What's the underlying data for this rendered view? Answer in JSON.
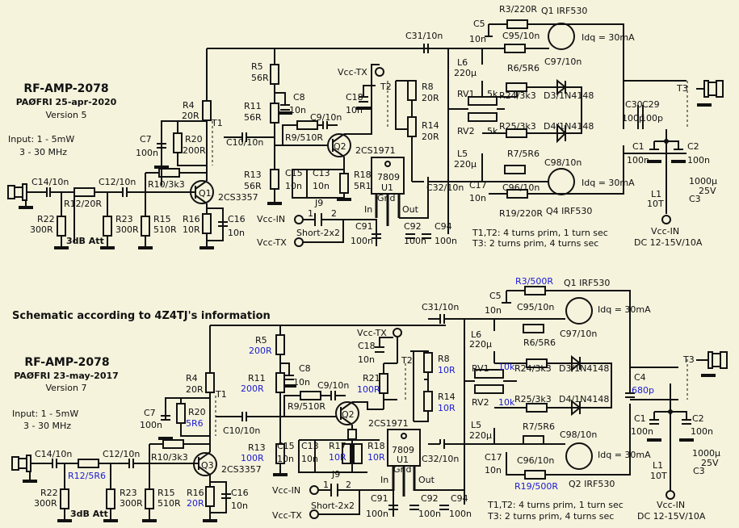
{
  "top": {
    "title": "RF-AMP-2078",
    "author_date": "PAØFRI 25-apr-2020",
    "version": "Version 5",
    "input": "Input: 1 - 5mW",
    "freq": "3 - 30 MHz",
    "att_label": "3dB Att",
    "labels": {
      "c14": "C14/10n",
      "c12": "C12/10n",
      "r12": "R12/20R",
      "r10": "R10/3k3",
      "r22": "R22",
      "r22v": "300R",
      "r23": "R23",
      "r23v": "300R",
      "r15": "R15",
      "r15v": "510R",
      "r16": "R16",
      "r16v": "10R",
      "c16": "C16",
      "c16v": "10n",
      "q1": "Q1",
      "q1t": "2CS3357",
      "c7": "C7",
      "c7v": "100n",
      "r20": "R20",
      "r20v": "200R",
      "r4": "R4",
      "r4v": "20R",
      "t1": "T1",
      "c10": "C10/10n",
      "r5": "R5",
      "r5v": "56R",
      "r11": "R11",
      "r11v": "56R",
      "r13": "R13",
      "r13v": "56R",
      "c8": "C8",
      "c8v": "10n",
      "c9": "C9/10n",
      "r9": "R9/510R",
      "q2": "Q2",
      "q2t": "2CS1971",
      "c15": "C15",
      "c15v": "10n",
      "c13": "C13",
      "c13v": "10n",
      "r18": "R18",
      "r18v": "5R1",
      "vcctx": "Vcc-TX",
      "c18": "C18",
      "c18v": "10n",
      "t2": "T2",
      "r8": "R8",
      "r8v": "20R",
      "r14": "R14",
      "r14v": "20R",
      "u1a": "7809",
      "u1b": "U1",
      "u1c": "Gnd",
      "in": "In",
      "out": "Out",
      "j9": "J9",
      "j9p1": "1",
      "j9p2": "2",
      "short": "Short-2x2",
      "vccin": "Vcc-IN",
      "vcctx2": "Vcc-TX",
      "c91": "C91",
      "c91v": "100n",
      "c92": "C92",
      "c92v": "100n",
      "c94": "C94",
      "c94v": "100n",
      "c31": "C31/10n",
      "c32": "C32/10n",
      "c5": "C5",
      "c5v": "10n",
      "r3": "R3/220R",
      "mq1": "Q1 IRF530",
      "c95": "C95/10n",
      "r6": "R6/5R6",
      "c97": "C97/10n",
      "l6": "L6",
      "l6v": "220µ",
      "rv1": "RV1",
      "rv1v": "5k",
      "r24": "R24/3k3",
      "d3": "D3/1N4148",
      "rv2": "RV2",
      "rv2v": "5k",
      "r25": "R25/3k3",
      "d4": "D4/1N4148",
      "l5": "L5",
      "l5v": "220µ",
      "r7": "R7/5R6",
      "c98": "C98/10n",
      "c17": "C17",
      "c17v": "10n",
      "c96": "C96/10n",
      "r19": "R19/220R",
      "mq4": "Q4 IRF530",
      "idq1": "Idq  =  30mA",
      "idq2": "Idq  =  30mA",
      "c30": "C30",
      "c30v": "100p",
      "c29": "C29",
      "c29v": "100p",
      "t3": "T3",
      "c1": "C1",
      "c1v": "100n",
      "c2": "C2",
      "c2v": "100n",
      "c3": "C3",
      "c3v": "1000µ",
      "c3volt": "25V",
      "l1": "L1",
      "l1v": "10T",
      "vccin2": "Vcc-IN",
      "dc": "DC 12-15V/10A",
      "note1": "T1,T2: 4 turns prim, 1 turn sec",
      "note2": "T3: 2 turns prim, 4 turns sec"
    }
  },
  "bottom": {
    "heading": "Schematic according to 4Z4TJ's information",
    "title": "RF-AMP-2078",
    "author_date": "PAØFRI 23-may-2017",
    "version": "Version 7",
    "input": "Input: 1 - 5mW",
    "freq": "3 - 30 MHz",
    "att_label": "3dB Att",
    "labels": {
      "c14": "C14/10n",
      "c12": "C12/10n",
      "r12": "R12/5R6",
      "r10": "R10/3k3",
      "r22": "R22",
      "r22v": "300R",
      "r23": "R23",
      "r23v": "300R",
      "r15": "R15",
      "r15v": "510R",
      "r16": "R16",
      "r16v": "20R",
      "c16": "C16",
      "c16v": "10n",
      "q3": "Q3",
      "q3t": "2CS3357",
      "c7": "C7",
      "c7v": "100n",
      "r20": "R20",
      "r20v": "5R6",
      "r4": "R4",
      "r4v": "20R",
      "t1": "T1",
      "c10": "C10/10n",
      "r5": "R5",
      "r5v": "200R",
      "r11": "R11",
      "r11v": "200R",
      "r13": "R13",
      "r13v": "100R",
      "c8": "C8",
      "c8v": "10n",
      "c9": "C9/10n",
      "r9": "R9/510R",
      "q2": "Q2",
      "q2t": "2CS1971",
      "c15": "C15",
      "c15v": "10n",
      "c13": "C13",
      "c13v": "10n",
      "r17": "R17",
      "r17v": "10R",
      "r18": "R18",
      "r18v": "10R",
      "vcctx": "Vcc-TX",
      "c18": "C18",
      "c18v": "10n",
      "r21": "R21",
      "r21v": "100R",
      "t2": "T2",
      "r8": "R8",
      "r8v": "10R",
      "r14": "R14",
      "r14v": "10R",
      "u1a": "7809",
      "u1b": "U1",
      "u1c": "Gnd",
      "in": "In",
      "out": "Out",
      "j9": "J9",
      "j9p1": "1",
      "j9p2": "2",
      "short": "Short-2x2",
      "vccin": "Vcc-IN",
      "vcctx2": "Vcc-TX",
      "c91": "C91",
      "c91v": "100n",
      "c92": "C92",
      "c92v": "100n",
      "c94": "C94",
      "c94v": "100n",
      "c31": "C31/10n",
      "c32": "C32/10n",
      "c5": "C5",
      "c5v": "10n",
      "r3": "R3/500R",
      "mq1": "Q1 IRF530",
      "c95": "C95/10n",
      "r6": "R6/5R6",
      "c97": "C97/10n",
      "l6": "L6",
      "l6v": "220µ",
      "rv1": "RV1",
      "rv1v": "10k",
      "r24": "R24/3k3",
      "d3": "D3/1N4148",
      "rv2": "RV2",
      "rv2v": "10k",
      "r25": "R25/3k3",
      "d4": "D4/1N4148",
      "l5": "L5",
      "l5v": "220µ",
      "r7": "R7/5R6",
      "c98": "C98/10n",
      "c17": "C17",
      "c17v": "10n",
      "c96": "C96/10n",
      "r19": "R19/500R",
      "mq2": "Q2 IRF530",
      "idq1": "Idq  =  30mA",
      "idq2": "Idq  =  30mA",
      "c4": "C4",
      "c4v": "680p",
      "t3": "T3",
      "c1": "C1",
      "c1v": "100n",
      "c2": "C2",
      "c2v": "100n",
      "c3": "C3",
      "c3v": "1000µ",
      "c3volt": "25V",
      "l1": "L1",
      "l1v": "10T",
      "vccin2": "Vcc-IN",
      "dc": "DC 12-15V/10A",
      "note1": "T1,T2: 4 turns prim, 1 turn sec",
      "note2": "T3: 2 turns prim, 4 turns sec"
    }
  },
  "colors": {
    "background": "#f5f3dc",
    "ink": "#111111",
    "changed_value": "#1a1ad0"
  }
}
